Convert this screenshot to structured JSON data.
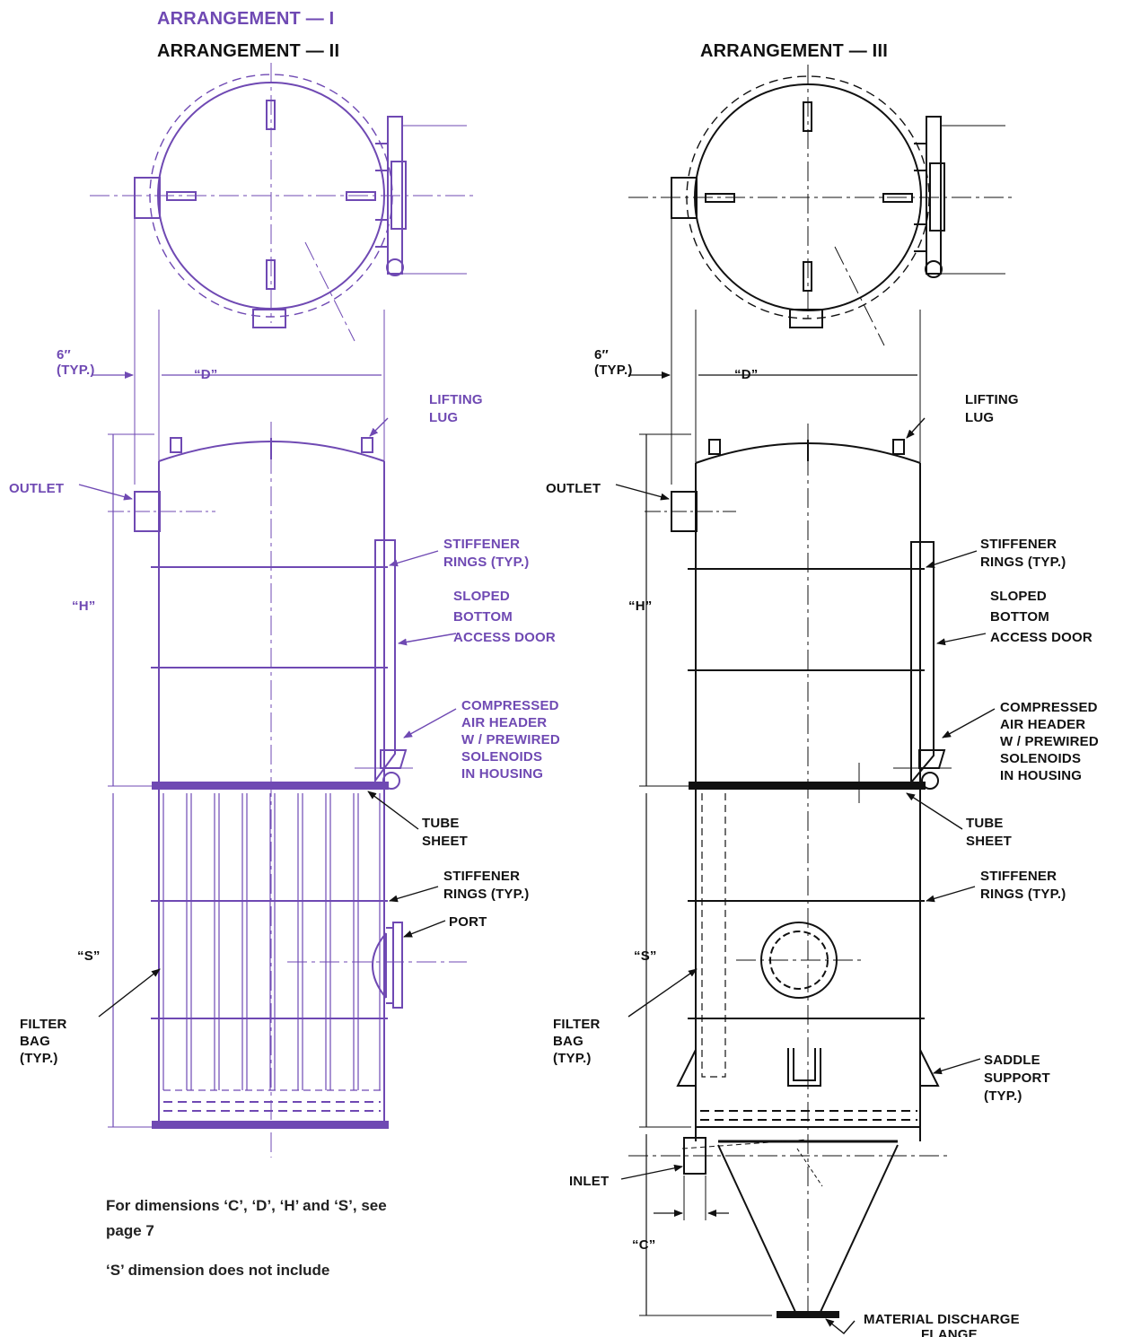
{
  "colors": {
    "arrangement_1": "#6f49b3",
    "arrangement_3": "#111111"
  },
  "left": {
    "title_1": "ARRANGEMENT — I",
    "title_2": "ARRANGEMENT — II",
    "dim_6_line1": "6″",
    "dim_6_line2": "(TYP.)",
    "dim_d": "“D”",
    "dim_h": "“H”",
    "dim_s": "“S”",
    "lifting_lug": [
      "LIFTING",
      "LUG"
    ],
    "outlet": "OUTLET",
    "stiffener_top": [
      "STIFFENER",
      "RINGS (TYP.)"
    ],
    "access_door": [
      "SLOPED",
      "BOTTOM",
      "ACCESS DOOR"
    ],
    "air_header": [
      "COMPRESSED",
      "AIR HEADER",
      "W / PREWIRED",
      "SOLENOIDS",
      "IN HOUSING"
    ],
    "tube_sheet": [
      "TUBE",
      "SHEET"
    ],
    "stiffener_bottom": [
      "STIFFENER",
      "RINGS (TYP.)"
    ],
    "port": "PORT",
    "filter_bag": [
      "FILTER",
      "BAG",
      "(TYP.)"
    ]
  },
  "right": {
    "title": "ARRANGEMENT — III",
    "dim_6_line1": "6″",
    "dim_6_line2": "(TYP.)",
    "dim_d": "“D”",
    "dim_h": "“H”",
    "dim_s": "“S”",
    "dim_c": "“C”",
    "lifting_lug": [
      "LIFTING",
      "LUG"
    ],
    "outlet": "OUTLET",
    "stiffener_top": [
      "STIFFENER",
      "RINGS (TYP.)"
    ],
    "access_door": [
      "SLOPED",
      "BOTTOM",
      "ACCESS DOOR"
    ],
    "air_header": [
      "COMPRESSED",
      "AIR HEADER",
      "W / PREWIRED",
      "SOLENOIDS",
      "IN HOUSING"
    ],
    "tube_sheet": [
      "TUBE",
      "SHEET"
    ],
    "stiffener_bottom": [
      "STIFFENER",
      "RINGS (TYP.)"
    ],
    "filter_bag": [
      "FILTER",
      "BAG",
      "(TYP.)"
    ],
    "saddle": [
      "SADDLE",
      "SUPPORT",
      "(TYP.)"
    ],
    "inlet": "INLET",
    "discharge": [
      "MATERIAL DISCHARGE",
      "FLANGE"
    ]
  },
  "notes": {
    "note_1": "For dimensions ‘C’, ‘D’, ‘H’ and ‘S’, see page 7",
    "note_2": "‘S’ dimension does not include"
  }
}
